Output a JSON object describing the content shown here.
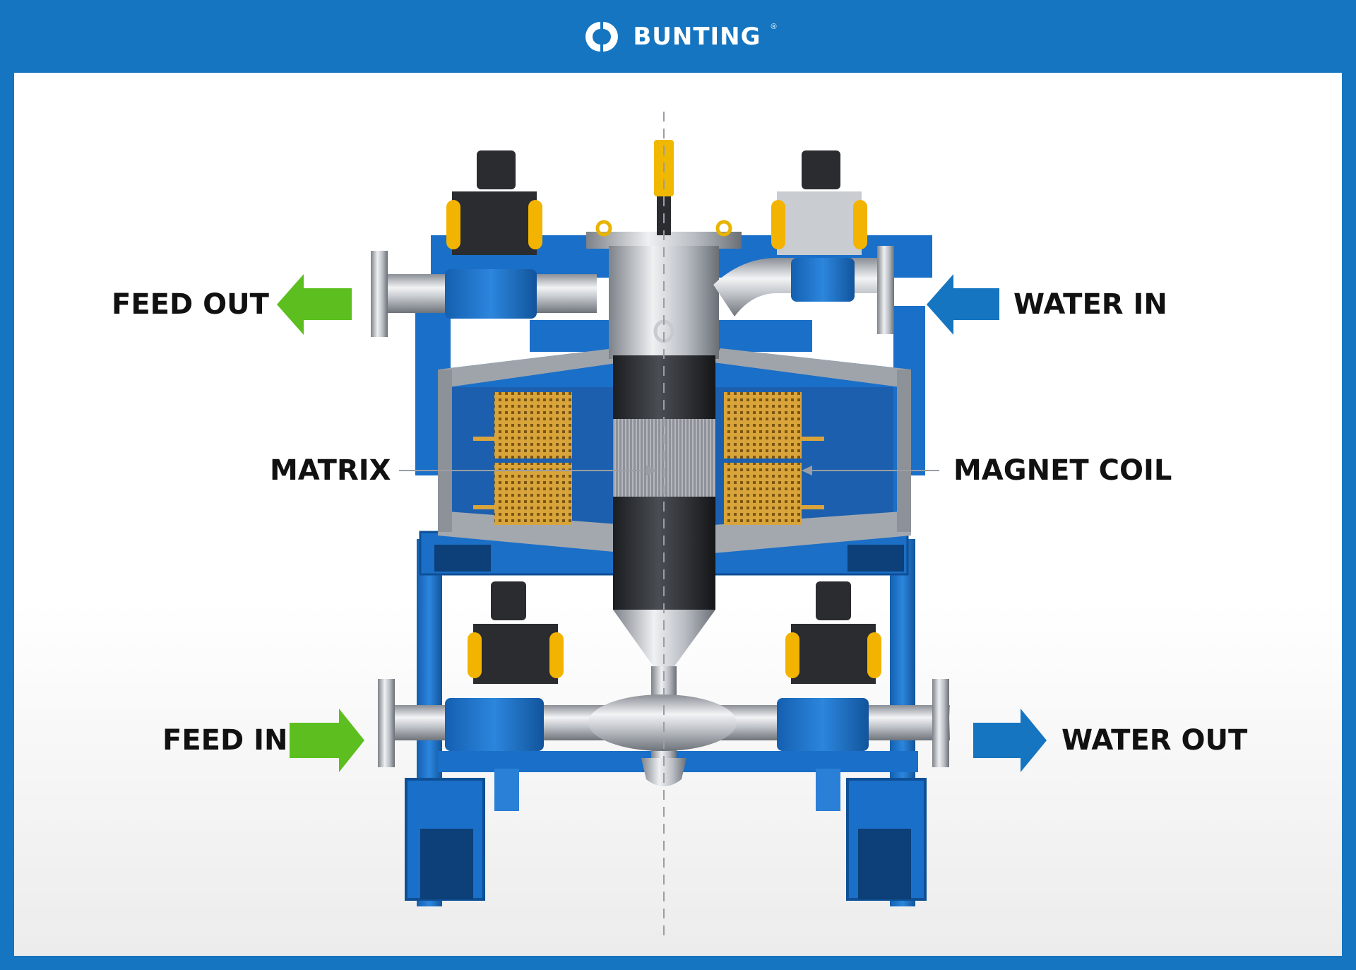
{
  "brand": {
    "name": "BUNTING",
    "mark": "®"
  },
  "labels": {
    "feed_out": "FEED OUT",
    "water_in": "WATER IN",
    "matrix": "MATRIX",
    "magnet_coil": "MAGNET COIL",
    "feed_in": "FEED IN",
    "water_out": "WATER OUT"
  },
  "colors": {
    "frame_blue": "#1575c0",
    "machine_blue": "#1a6fc8",
    "feed_arrow_green": "#5cbf1f",
    "water_arrow_blue": "#1575c0",
    "actuator_yellow": "#f2b400",
    "coil_amber": "#d9a43a"
  },
  "icons": {
    "logo": "bunting-logo-icon",
    "feed_arrows": "arrow-green-icon",
    "water_arrows": "arrow-blue-icon"
  }
}
